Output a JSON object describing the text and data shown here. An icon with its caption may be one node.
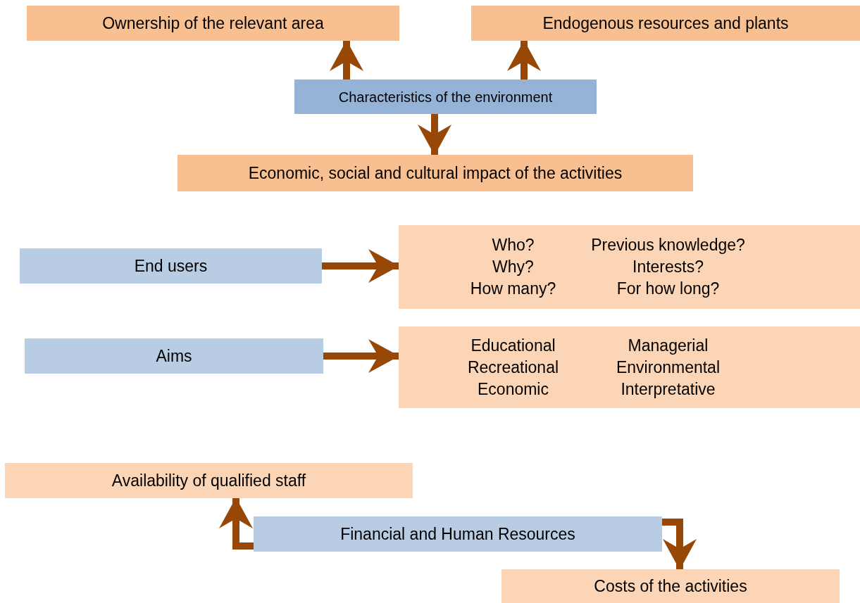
{
  "diagram": {
    "nodes": [
      {
        "text": [
          "Ownership of the relevant area"
        ]
      },
      {
        "text": [
          "Endogenous resources and plants"
        ]
      },
      {
        "text": [
          "Characteristics of the environment"
        ]
      },
      {
        "text": [
          "Economic, social and cultural impact of the activities"
        ]
      },
      {
        "text": [
          "End users"
        ]
      },
      {
        "text": [
          "Who?",
          "Previous knowledge?",
          "Why?",
          "Interests?",
          "How many?",
          "For how long?"
        ]
      },
      {
        "text": [
          "Aims"
        ]
      },
      {
        "text": [
          "Educational",
          "Managerial",
          "Recreational",
          "Environmental",
          "Economic",
          "Interpretative"
        ]
      },
      {
        "text": [
          "Availability of qualified staff"
        ]
      },
      {
        "text": [
          "Financial and Human Resources"
        ]
      },
      {
        "text": [
          "Costs of the activities"
        ]
      }
    ],
    "edges": [
      {
        "from": 2,
        "to": 0,
        "arrow": "to"
      },
      {
        "from": 2,
        "to": 1,
        "arrow": "to"
      },
      {
        "from": 2,
        "to": 3,
        "arrow": "to"
      },
      {
        "from": 4,
        "to": 5,
        "arrow": "to"
      },
      {
        "from": 6,
        "to": 7,
        "arrow": "to"
      },
      {
        "from": 9,
        "to": 8,
        "arrow": "to"
      },
      {
        "from": 9,
        "to": 10,
        "arrow": "to"
      }
    ]
  }
}
